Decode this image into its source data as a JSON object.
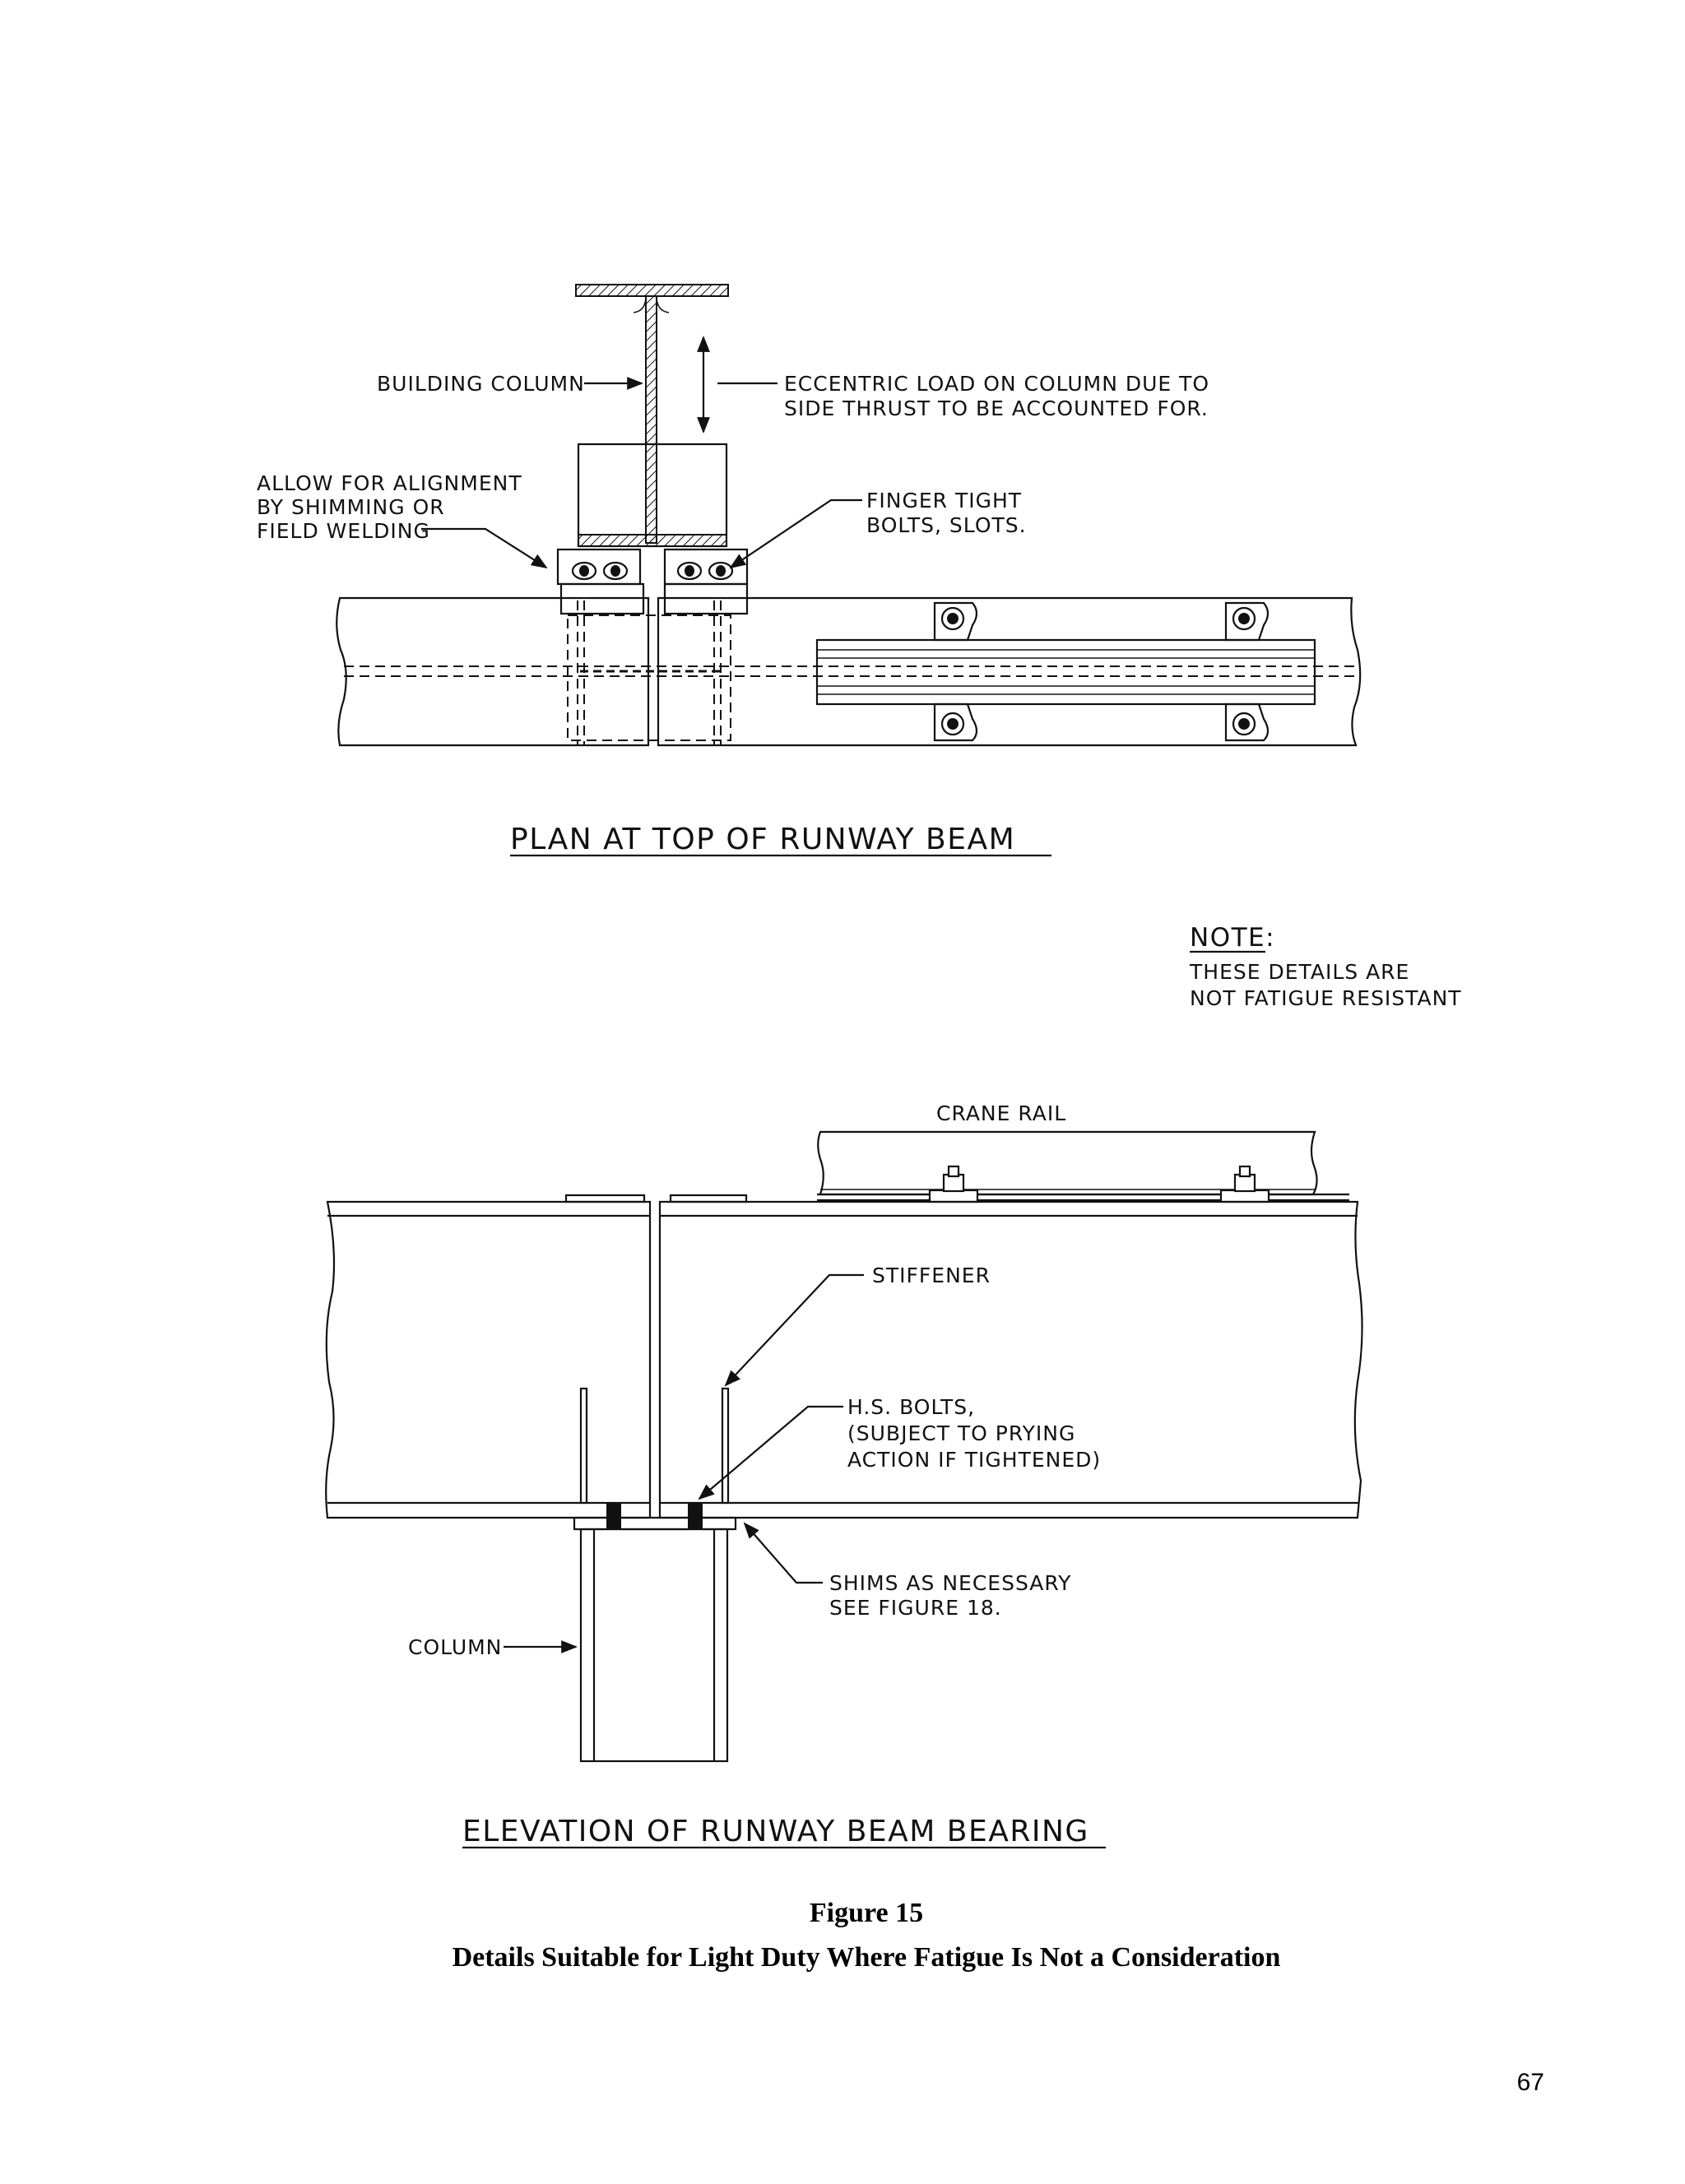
{
  "plan": {
    "title": "PLAN AT TOP OF RUNWAY BEAM",
    "labels": {
      "building_column": "BUILDING COLUMN",
      "eccentric_line1": "ECCENTRIC LOAD ON COLUMN DUE TO",
      "eccentric_line2": "SIDE THRUST TO BE ACCOUNTED FOR.",
      "alignment_line1": "ALLOW FOR ALIGNMENT",
      "alignment_line2": "BY SHIMMING OR",
      "alignment_line3": "FIELD WELDING",
      "finger_line1": "FINGER TIGHT",
      "finger_line2": "BOLTS, SLOTS."
    }
  },
  "note": {
    "heading": "NOTE:",
    "line1": "THESE DETAILS ARE",
    "line2": "NOT FATIGUE RESISTANT"
  },
  "elevation": {
    "title": "ELEVATION OF RUNWAY BEAM BEARING",
    "labels": {
      "crane_rail": "CRANE RAIL",
      "stiffener": "STIFFENER",
      "hs_line1": "H.S. BOLTS,",
      "hs_line2": "(SUBJECT TO PRYING",
      "hs_line3": "ACTION IF TIGHTENED)",
      "shims_line1": "SHIMS AS NECESSARY",
      "shims_line2": "SEE FIGURE 18.",
      "column": "COLUMN"
    }
  },
  "figure": {
    "number": "Figure 15",
    "caption": "Details Suitable for Light Duty Where Fatigue Is Not a Consideration"
  },
  "page_number": "67"
}
